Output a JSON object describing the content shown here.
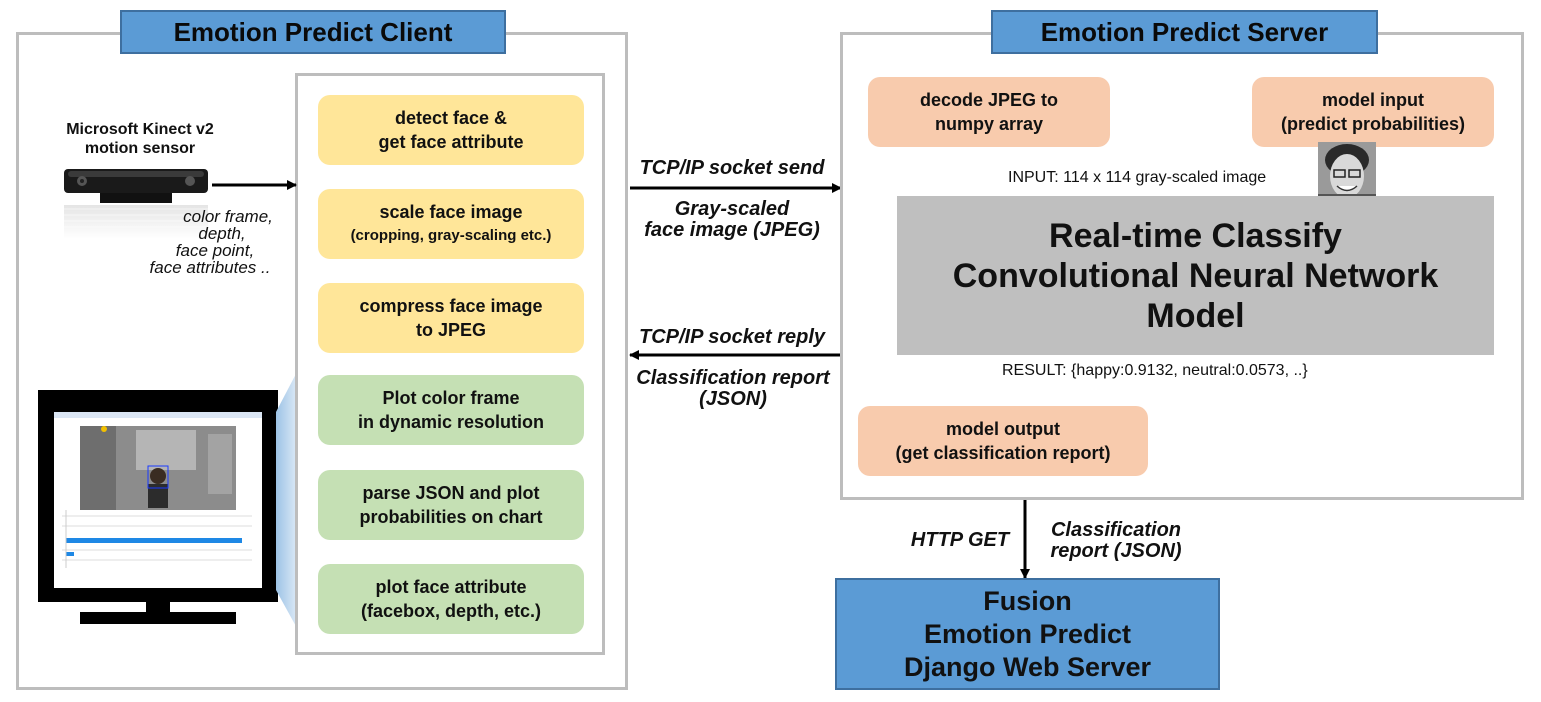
{
  "client": {
    "title": "Emotion Predict Client",
    "sensor": {
      "name_line1": "Microsoft  Kinect v2",
      "name_line2": "motion  sensor",
      "outputs": [
        "color frame,",
        "depth,",
        "face point,",
        "face attributes  .."
      ]
    },
    "steps": [
      {
        "lines": [
          "detect face &",
          "get face attribute"
        ],
        "color": "#ffe699"
      },
      {
        "lines": [
          "scale face image",
          "(cropping, gray-scaling etc.)"
        ],
        "color": "#ffe699"
      },
      {
        "lines": [
          "compress face image",
          "to JPEG"
        ],
        "color": "#ffe699"
      },
      {
        "lines": [
          "Plot color frame",
          "in dynamic resolution"
        ],
        "color": "#c5e0b4"
      },
      {
        "lines": [
          "parse JSON and plot",
          "probabilities on chart"
        ],
        "color": "#c5e0b4"
      },
      {
        "lines": [
          "plot face attribute",
          "(facebox, depth, etc.)"
        ],
        "color": "#c5e0b4"
      }
    ]
  },
  "links": {
    "send_label": "TCP/IP socket send",
    "send_payload": [
      "Gray-scaled",
      "face image (JPEG)"
    ],
    "reply_label": "TCP/IP socket reply",
    "reply_payload": [
      "Classification report",
      "(JSON)"
    ],
    "http_label": "HTTP GET",
    "http_payload": [
      "Classification",
      "report (JSON)"
    ]
  },
  "server": {
    "title": "Emotion Predict Server",
    "decode": [
      "decode JPEG to",
      "numpy array"
    ],
    "model_input": [
      "model input",
      "(predict probabilities)"
    ],
    "input_note": "INPUT: 114 x 114 gray-scaled  image",
    "cnn": [
      "Real-time Classify",
      "Convolutional  Neural  Network",
      "Model"
    ],
    "result_note": "RESULT: {happy:0.9132,  neutral:0.0573,  ..}",
    "model_output": [
      "model output",
      "(get classification  report)"
    ]
  },
  "fusion": [
    "Fusion",
    "Emotion Predict",
    "Django Web Server"
  ],
  "colors": {
    "title_blue": "#5b9bd5",
    "step_yellow": "#ffe699",
    "step_green": "#c5e0b4",
    "step_peach": "#f8cbad",
    "cnn_gray": "#bfbfbf",
    "frame_gray": "#bdbdbd"
  }
}
